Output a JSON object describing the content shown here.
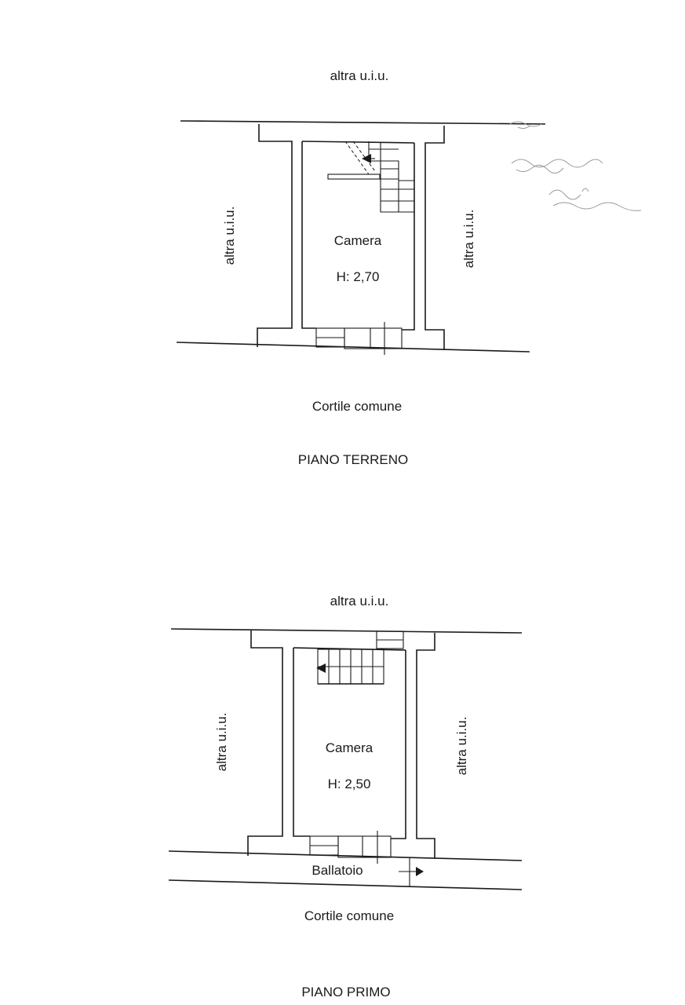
{
  "colors": {
    "line": "#1a1a1a",
    "signature": "#9a9a9a",
    "background": "#ffffff"
  },
  "ground_floor": {
    "neighbor_top": "altra u.i.u.",
    "neighbor_left": "altra u.i.u.",
    "neighbor_right": "altra u.i.u.",
    "room_name": "Camera",
    "room_height": "H: 2,70",
    "courtyard": "Cortile comune",
    "floor_title": "PIANO TERRENO"
  },
  "first_floor": {
    "neighbor_top": "altra u.i.u.",
    "neighbor_left": "altra u.i.u.",
    "neighbor_right": "altra u.i.u.",
    "room_name": "Camera",
    "room_height": "H: 2,50",
    "balcony": "Ballatoio",
    "courtyard": "Cortile comune",
    "floor_title": "PIANO PRIMO"
  }
}
